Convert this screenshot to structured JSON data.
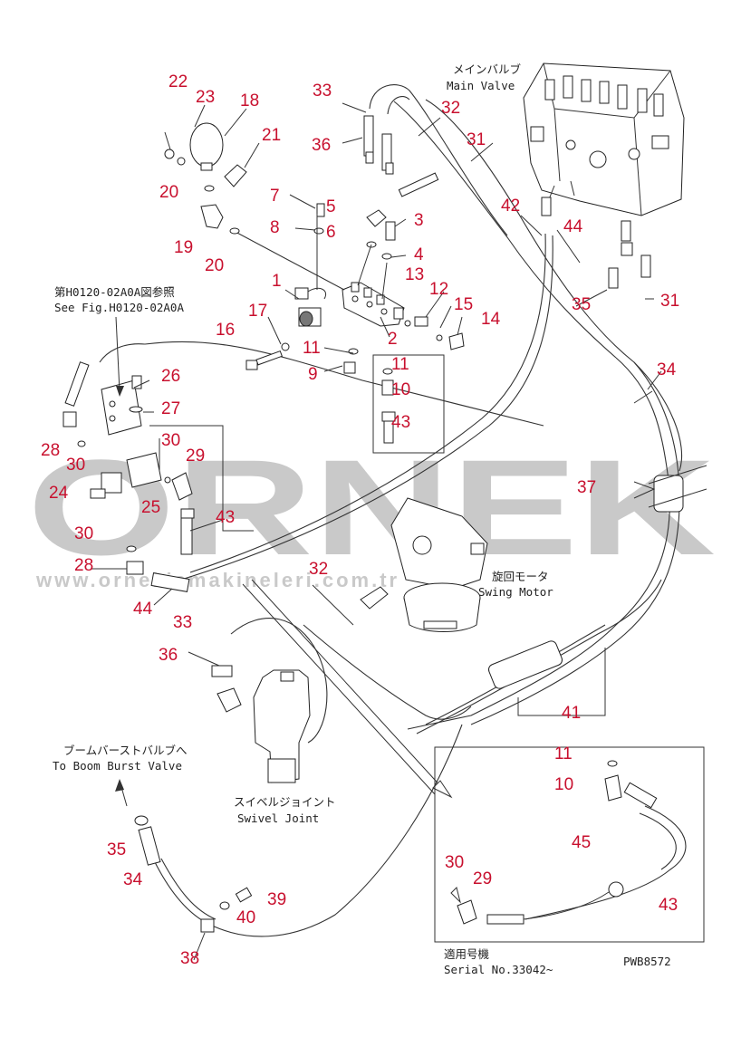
{
  "labels": {
    "main_valve_jp": "メインバルブ",
    "main_valve_en": "Main Valve",
    "see_fig_jp": "第H0120-02A0A図参照",
    "see_fig_en": "See Fig.H0120-02A0A",
    "swing_motor_jp": "旋回モータ",
    "swing_motor_en": "Swing Motor",
    "boom_burst_jp": "ブームバーストバルブへ",
    "boom_burst_en": "To Boom Burst Valve",
    "swivel_jp": "スイベルジョイント",
    "swivel_en": "Swivel Joint",
    "serial_jp": "適用号機",
    "serial_en": "Serial No.33042~",
    "drawing_code": "PWB8572"
  },
  "watermark": {
    "brand": "ORNEK",
    "url": "www.ornekismakineleri.com.tr"
  },
  "callouts": [
    {
      "id": "c22",
      "text": "22"
    },
    {
      "id": "c23",
      "text": "23"
    },
    {
      "id": "c18",
      "text": "18"
    },
    {
      "id": "c21",
      "text": "21"
    },
    {
      "id": "c20a",
      "text": "20"
    },
    {
      "id": "c19",
      "text": "19"
    },
    {
      "id": "c20b",
      "text": "20"
    },
    {
      "id": "c33a",
      "text": "33"
    },
    {
      "id": "c36a",
      "text": "36"
    },
    {
      "id": "c32a",
      "text": "32"
    },
    {
      "id": "c31a",
      "text": "31"
    },
    {
      "id": "c7",
      "text": "7"
    },
    {
      "id": "c5",
      "text": "5"
    },
    {
      "id": "c8",
      "text": "8"
    },
    {
      "id": "c6",
      "text": "6"
    },
    {
      "id": "c3",
      "text": "3"
    },
    {
      "id": "c4",
      "text": "4"
    },
    {
      "id": "c1",
      "text": "1"
    },
    {
      "id": "c13",
      "text": "13"
    },
    {
      "id": "c12",
      "text": "12"
    },
    {
      "id": "c15",
      "text": "15"
    },
    {
      "id": "c14",
      "text": "14"
    },
    {
      "id": "c17",
      "text": "17"
    },
    {
      "id": "c2",
      "text": "2"
    },
    {
      "id": "c16",
      "text": "16"
    },
    {
      "id": "c11a",
      "text": "11"
    },
    {
      "id": "c9",
      "text": "9"
    },
    {
      "id": "c11b",
      "text": "11"
    },
    {
      "id": "c10a",
      "text": "10"
    },
    {
      "id": "c43a",
      "text": "43"
    },
    {
      "id": "c42",
      "text": "42"
    },
    {
      "id": "c44a",
      "text": "44"
    },
    {
      "id": "c35a",
      "text": "35"
    },
    {
      "id": "c31b",
      "text": "31"
    },
    {
      "id": "c34a",
      "text": "34"
    },
    {
      "id": "c26",
      "text": "26"
    },
    {
      "id": "c27",
      "text": "27"
    },
    {
      "id": "c28a",
      "text": "28"
    },
    {
      "id": "c30a",
      "text": "30"
    },
    {
      "id": "c30b",
      "text": "30"
    },
    {
      "id": "c29a",
      "text": "29"
    },
    {
      "id": "c24",
      "text": "24"
    },
    {
      "id": "c25",
      "text": "25"
    },
    {
      "id": "c43b",
      "text": "43"
    },
    {
      "id": "c37",
      "text": "37"
    },
    {
      "id": "c30c",
      "text": "30"
    },
    {
      "id": "c28b",
      "text": "28"
    },
    {
      "id": "c44b",
      "text": "44"
    },
    {
      "id": "c32b",
      "text": "32"
    },
    {
      "id": "c33b",
      "text": "33"
    },
    {
      "id": "c36b",
      "text": "36"
    },
    {
      "id": "c41",
      "text": "41"
    },
    {
      "id": "c11c",
      "text": "11"
    },
    {
      "id": "c10b",
      "text": "10"
    },
    {
      "id": "c45",
      "text": "45"
    },
    {
      "id": "c30d",
      "text": "30"
    },
    {
      "id": "c29b",
      "text": "29"
    },
    {
      "id": "c43c",
      "text": "43"
    },
    {
      "id": "c35b",
      "text": "35"
    },
    {
      "id": "c34b",
      "text": "34"
    },
    {
      "id": "c39",
      "text": "39"
    },
    {
      "id": "c40",
      "text": "40"
    },
    {
      "id": "c38",
      "text": "38"
    }
  ]
}
